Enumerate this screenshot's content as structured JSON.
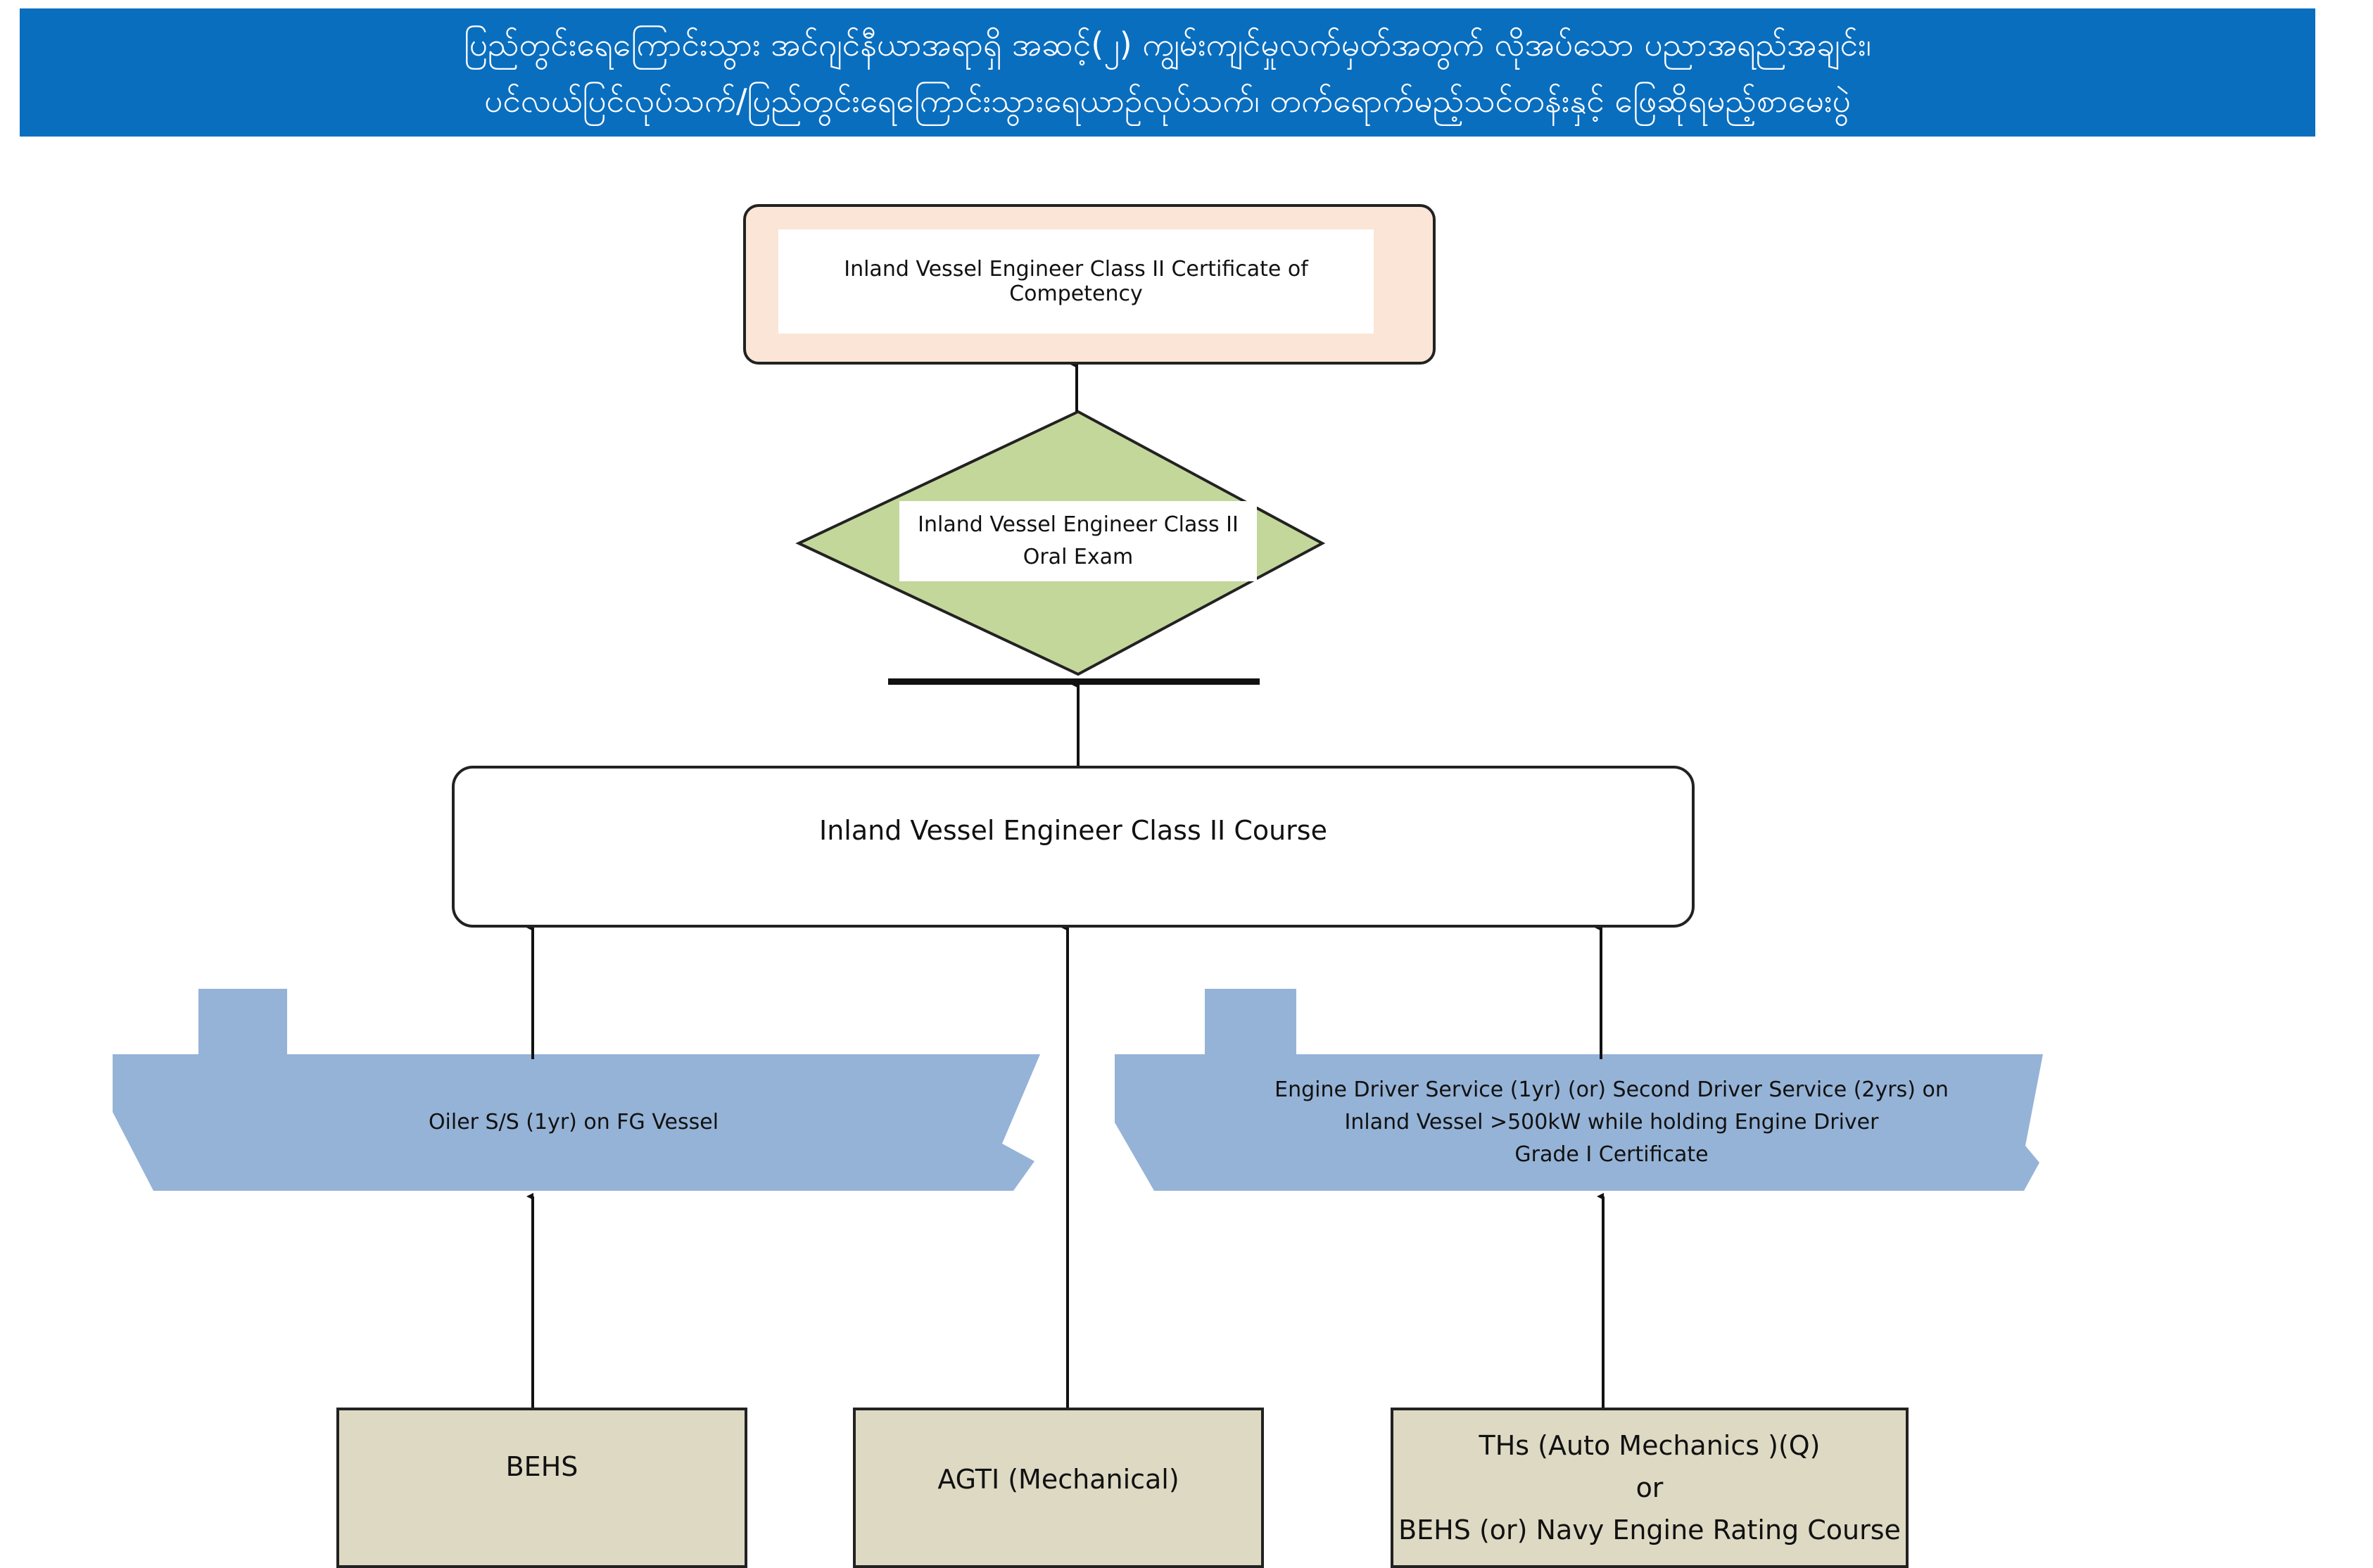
{
  "header": {
    "line1": "ပြည်တွင်းရေကြောင်းသွား အင်ဂျင်နီယာအရာရှိ အဆင့်(၂) ကျွမ်းကျင်မှုလက်မှတ်အတွက် လိုအပ်သော ပညာအရည်အချင်း၊",
    "line2": "ပင်လယ်ပြင်လုပ်သက်/ပြည်တွင်းရေကြောင်းသွားရေယာဉ်လုပ်သက်၊ တက်ရောက်မည့်သင်တန်းနှင့် ဖြေဆိုရမည့်စာမေးပွဲ",
    "background": "#0a6ebf"
  },
  "diagram": {
    "certificate": "Inland Vessel Engineer Class II Certificate of Competency",
    "exam": {
      "line1": "Inland Vessel Engineer Class II",
      "line2": "Oral Exam"
    },
    "course": "Inland Vessel Engineer Class II Course",
    "ship_left": "Oiler S/S (1yr) on FG Vessel",
    "ship_right": {
      "line1": "Engine Driver Service (1yr) (or) Second Driver Service (2yrs) on",
      "line2": "Inland Vessel >500kW while holding Engine Driver",
      "line3": "Grade I Certificate"
    },
    "sources": {
      "left": "BEHS",
      "middle": "AGTI (Mechanical)",
      "right": {
        "line1": "THs (Auto Mechanics )(Q)",
        "line2": "or",
        "line3": "BEHS (or) Navy Engine Rating Course"
      }
    },
    "colors": {
      "certificate_fill": "#fbe5d6",
      "exam_fill": "#c4d79b",
      "ship_fill": "#95b3d7",
      "source_fill": "#ddd9c3"
    }
  }
}
